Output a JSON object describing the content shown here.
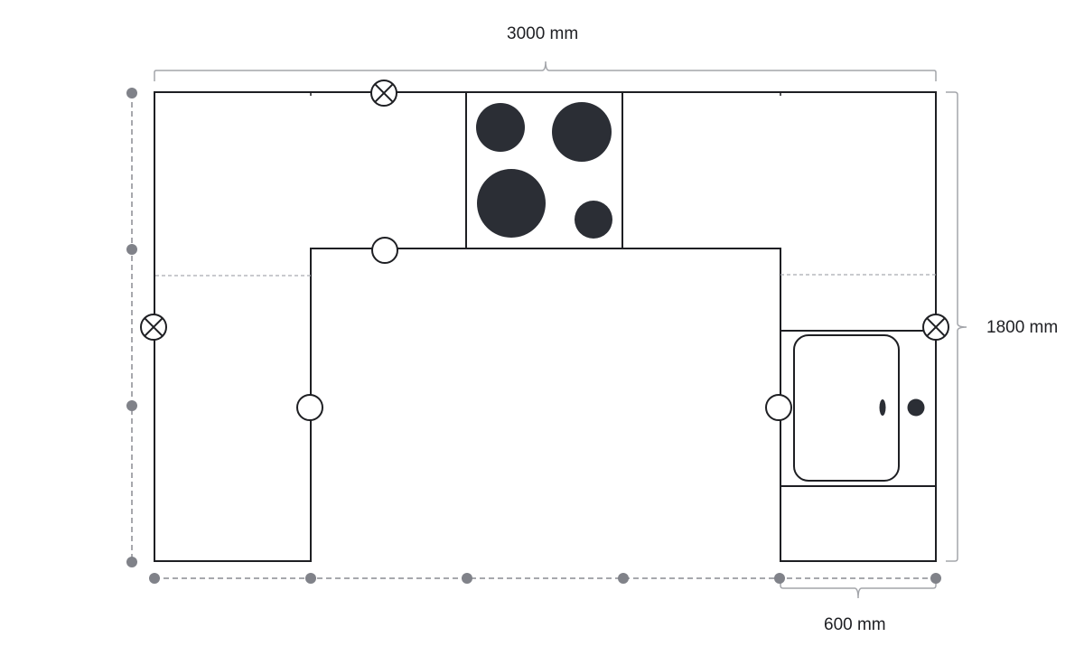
{
  "dimensions": {
    "overall_width": "3000 mm",
    "overall_depth": "1800 mm",
    "counter_depth": "600 mm"
  },
  "colors": {
    "outline": "#1e1f23",
    "burner": "#2b2e35",
    "guide_dot": "#808289",
    "guide_line": "#8a8c92",
    "bracket": "#a3a5aa",
    "divider": "#a9abb0"
  },
  "symbols": {
    "ceiling_light": "circle-with-x-icon",
    "wall_outlet": "circle-icon",
    "hob_burner": "filled-circle-icon",
    "sink_tap": "tap-icon"
  }
}
